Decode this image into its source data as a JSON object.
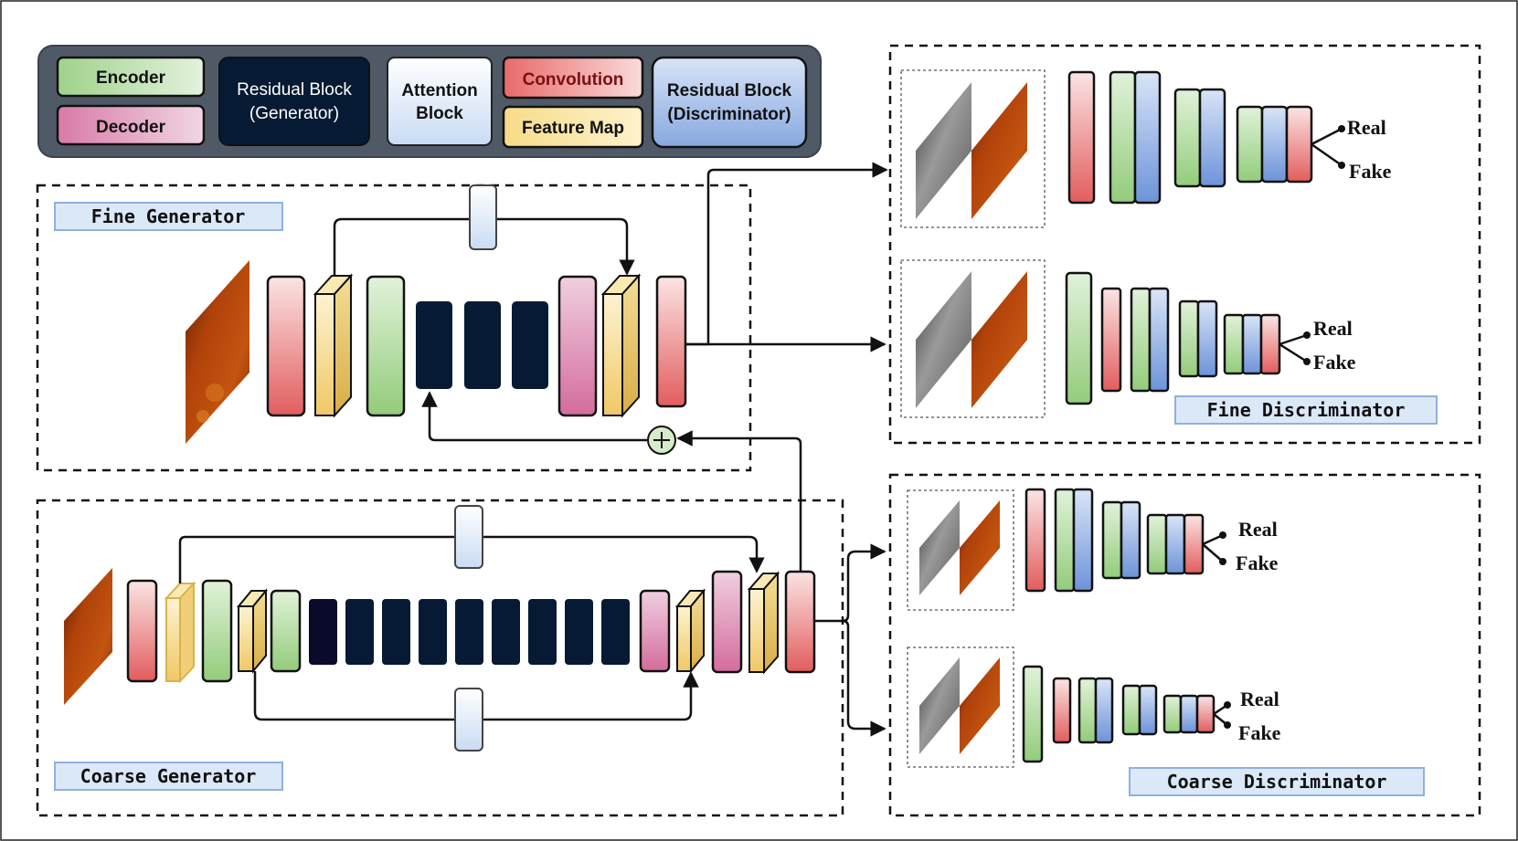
{
  "legend": {
    "encoder": "Encoder",
    "decoder": "Decoder",
    "residual_gen_line1": "Residual Block",
    "residual_gen_line2": "(Generator)",
    "attention_line1": "Attention",
    "attention_line2": "Block",
    "convolution": "Convolution",
    "feature_map": "Feature Map",
    "residual_disc_line1": "Residual Block",
    "residual_disc_line2": "(Discriminator)"
  },
  "panels": {
    "fine_generator": "Fine Generator",
    "coarse_generator": "Coarse Generator",
    "fine_discriminator": "Fine Discriminator",
    "coarse_discriminator": "Coarse Discriminator"
  },
  "outputs": {
    "real": "Real",
    "fake": "Fake"
  },
  "colors": {
    "encoder": "#9fd28a",
    "decoder": "#d97aa6",
    "residual_generator": "#061a33",
    "attention": "#ffffff",
    "convolution": "#e86a6a",
    "feature_map": "#f4d37a",
    "residual_discriminator": "#7ea3e0",
    "legend_bg": "#4f5a66"
  }
}
